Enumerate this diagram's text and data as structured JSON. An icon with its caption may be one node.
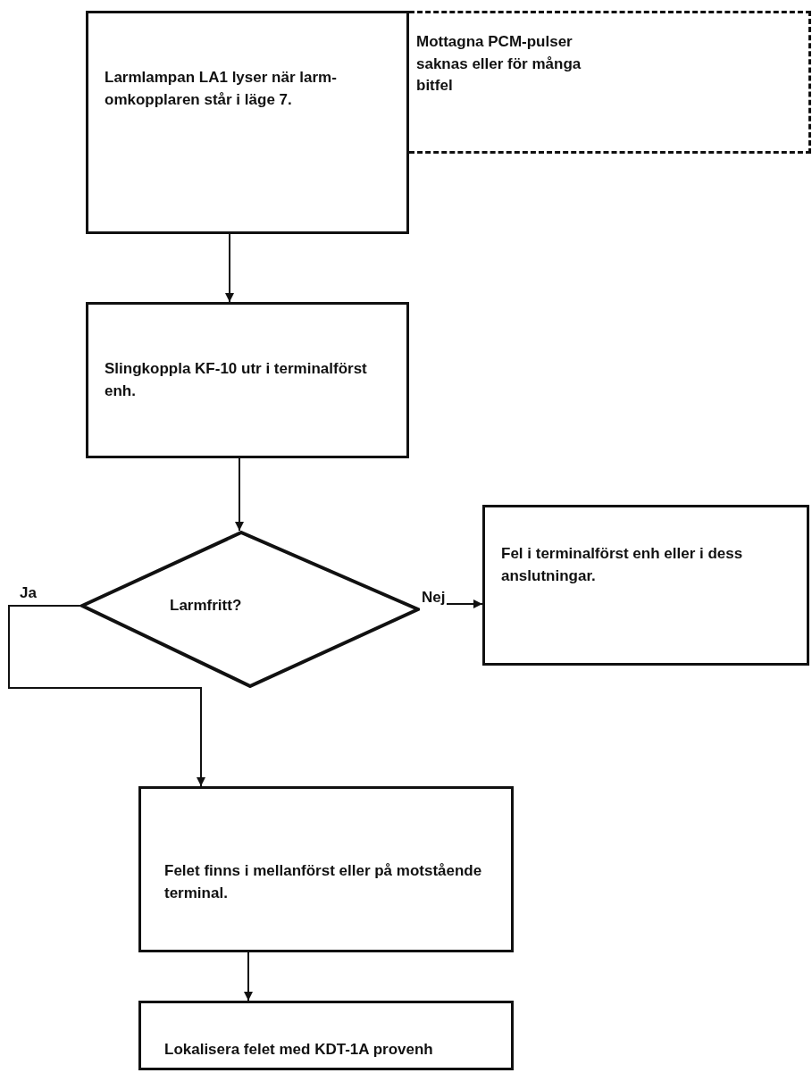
{
  "diagram": {
    "nodes": [
      {
        "text": [
          "Larmlampan LA1 lyser när larm-omkopplaren står i läge 7."
        ]
      },
      {
        "text": [
          "Mottagna PCM-pulser saknas eller för många bitfel"
        ]
      },
      {
        "text": [
          "Slingkoppla KF-10 utr i terminalförst enh."
        ]
      },
      {
        "text": [
          "Larmfritt?"
        ]
      },
      {
        "text": [
          "Fel i terminalförst enh eller i dess anslutningar."
        ]
      },
      {
        "text": [
          "Felet finns i mellanförst eller på motstående terminal."
        ]
      },
      {
        "text": [
          "Lokalisera felet med KDT-1A provenh"
        ]
      }
    ],
    "edges": [
      {
        "from": 0,
        "to": 2,
        "arrow": "to"
      },
      {
        "from": 2,
        "to": 3,
        "arrow": "to"
      },
      {
        "from": 3,
        "to": 4,
        "arrow": "to",
        "label": "Nej"
      },
      {
        "from": 3,
        "to": 5,
        "arrow": "to",
        "label": "Ja"
      },
      {
        "from": 5,
        "to": 6,
        "arrow": "to"
      }
    ]
  }
}
